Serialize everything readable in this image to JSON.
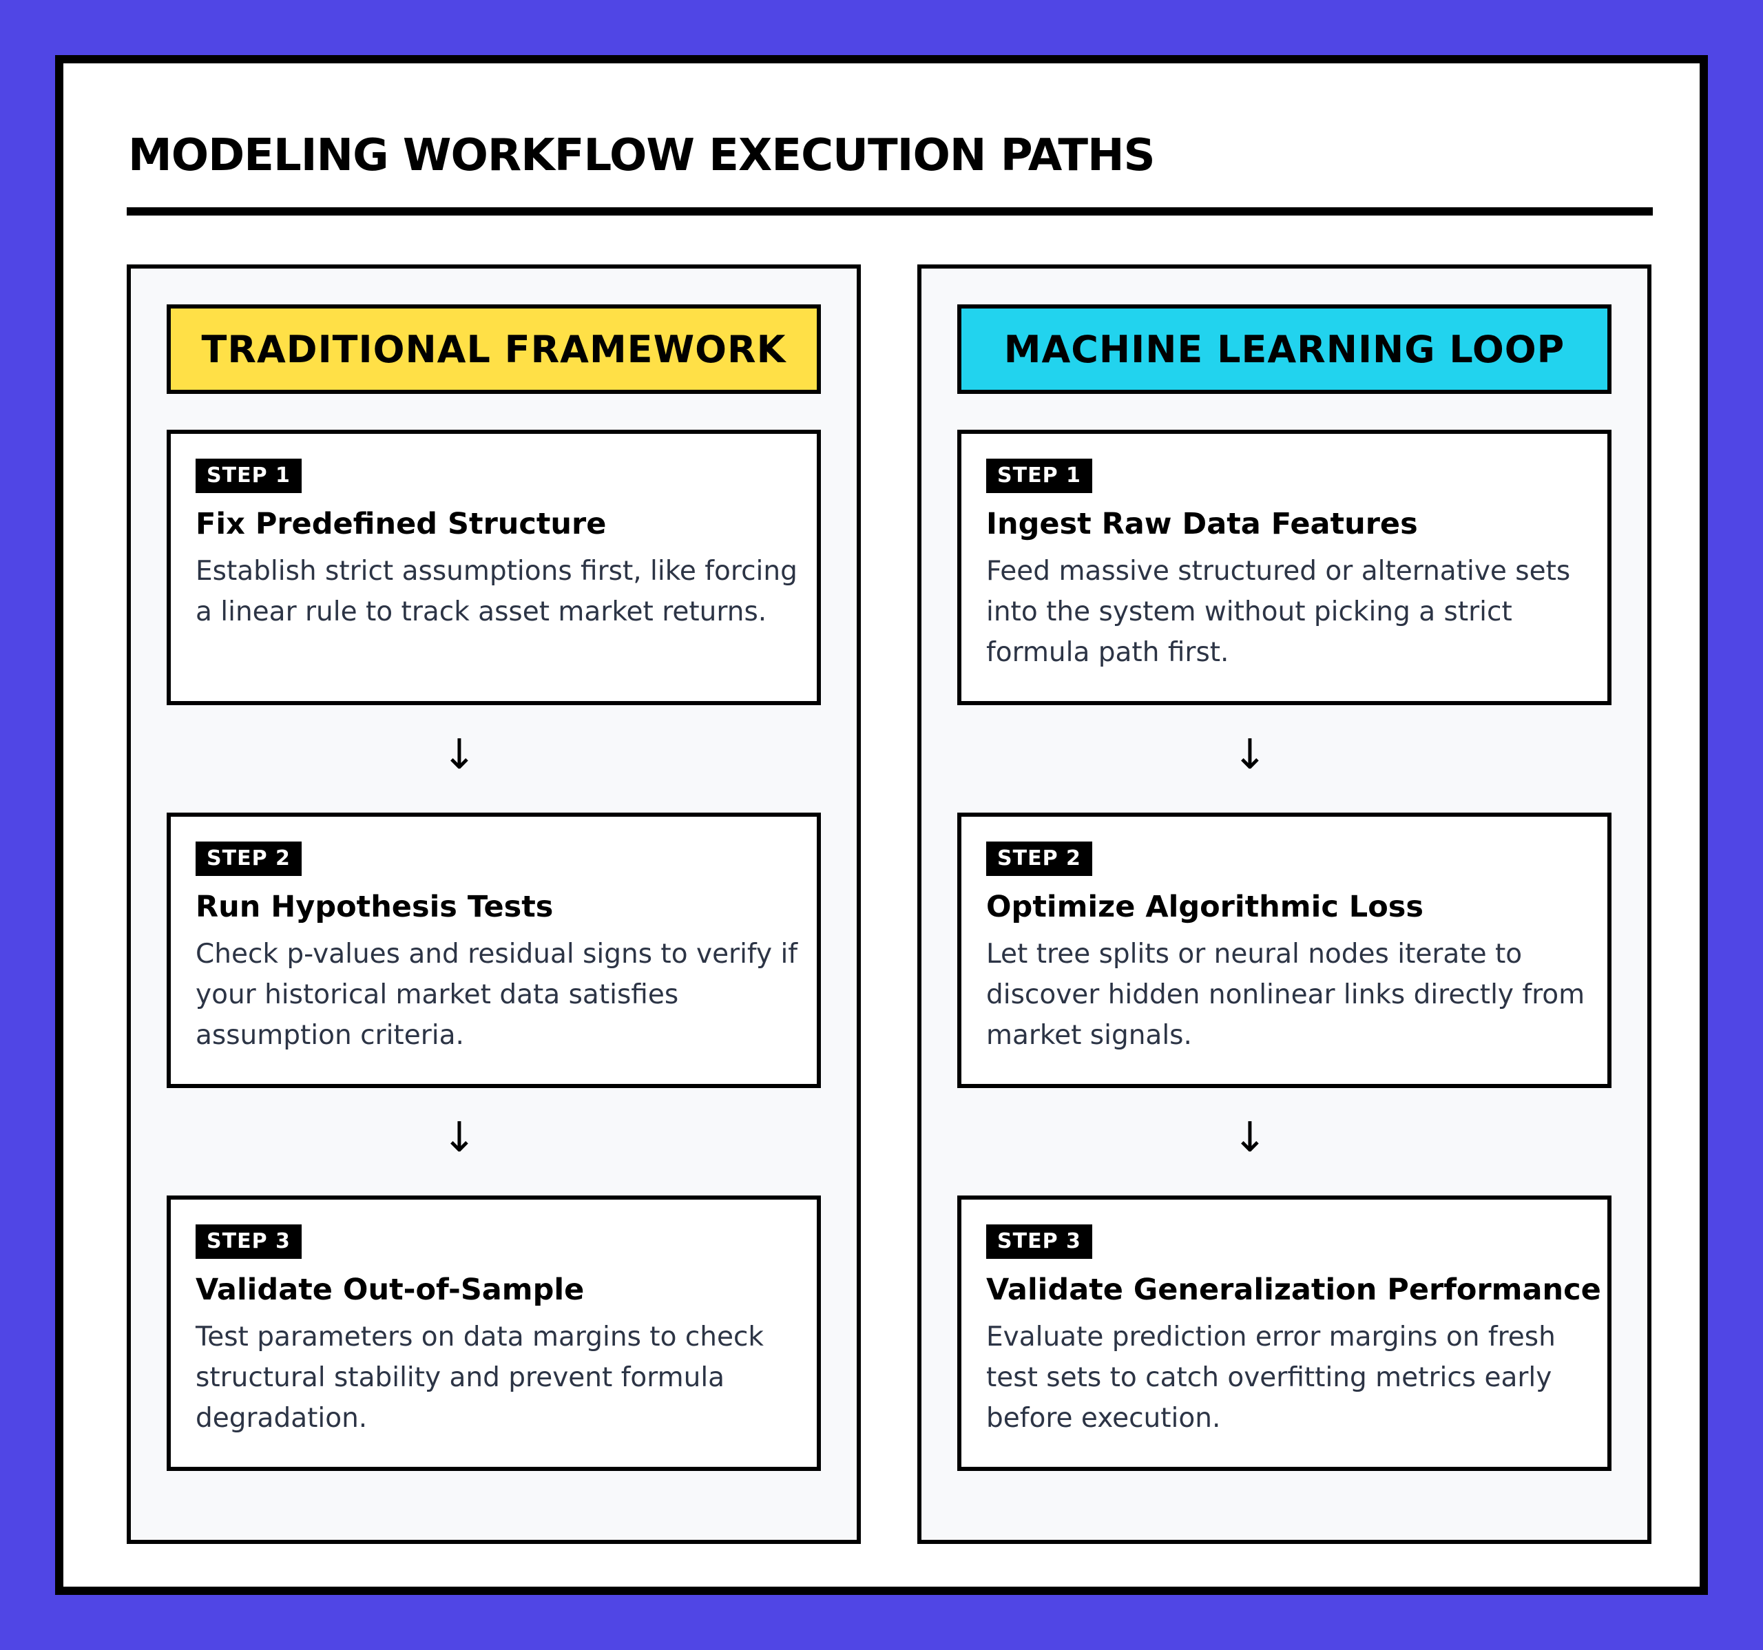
{
  "page": {
    "title": "MODELING WORKFLOW EXECUTION PATHS",
    "background_color": "#5046e5"
  },
  "columns": [
    {
      "header": "TRADITIONAL FRAMEWORK",
      "header_color": "#ffe047",
      "arrow_glyph": "↓",
      "steps": [
        {
          "badge": "STEP 1",
          "title": "Fix Predefined Structure",
          "description": "Establish strict assumptions first, like forcing a linear rule to track asset market returns."
        },
        {
          "badge": "STEP 2",
          "title": "Run Hypothesis Tests",
          "description": "Check p-values and residual signs to verify if your historical market data satisfies assumption criteria."
        },
        {
          "badge": "STEP 3",
          "title": "Validate Out-of-Sample",
          "description": "Test parameters on data margins to check structural stability and prevent formula degradation."
        }
      ]
    },
    {
      "header": "MACHINE LEARNING LOOP",
      "header_color": "#22d3ee",
      "arrow_glyph": "↓",
      "steps": [
        {
          "badge": "STEP 1",
          "title": "Ingest Raw Data Features",
          "description": "Feed massive structured or alternative sets into the system without picking a strict formula path first."
        },
        {
          "badge": "STEP 2",
          "title": "Optimize Algorithmic Loss",
          "description": "Let tree splits or neural nodes iterate to discover hidden nonlinear links directly from market signals."
        },
        {
          "badge": "STEP 3",
          "title": "Validate Generalization Performance",
          "description": "Evaluate prediction error margins on fresh test sets to catch overfitting metrics early before execution."
        }
      ]
    }
  ]
}
